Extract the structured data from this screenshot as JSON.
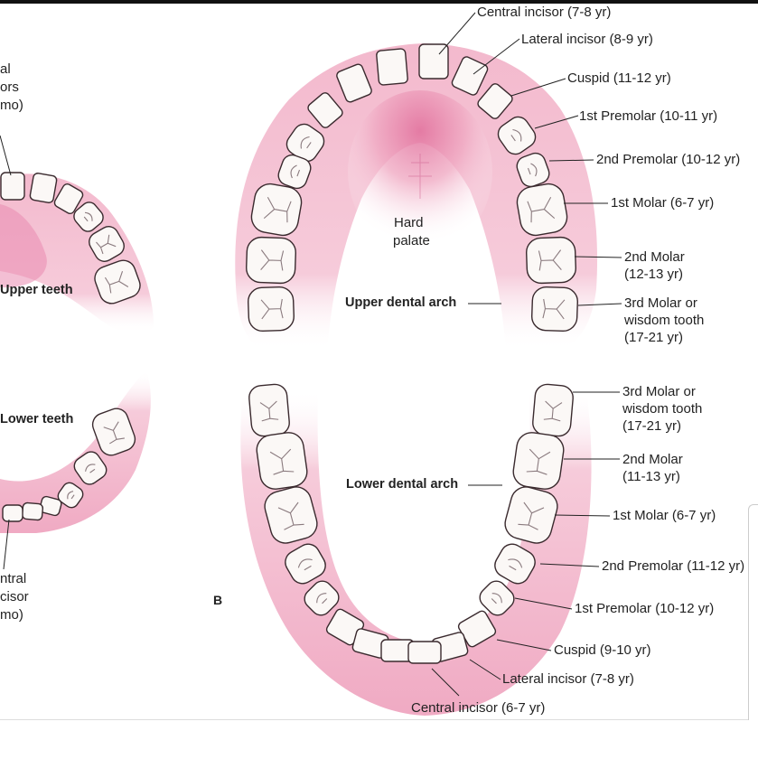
{
  "left_panel": {
    "upper_label_fragment": [
      "al",
      "ors",
      "mo)"
    ],
    "upper_teeth": "Upper teeth",
    "lower_teeth": "Lower teeth",
    "lower_label_fragment": [
      "ntral",
      "cisor",
      "mo)"
    ]
  },
  "panel_letter": "B",
  "upper_arch": {
    "hard_palate": [
      "Hard",
      "palate"
    ],
    "arch_label": "Upper dental arch",
    "teeth": [
      {
        "label": [
          "Central incisor (7-8 yr)"
        ]
      },
      {
        "label": [
          "Lateral incisor (8-9 yr)"
        ]
      },
      {
        "label": [
          "Cuspid (11-12 yr)"
        ]
      },
      {
        "label": [
          "1st Premolar (10-11 yr)"
        ]
      },
      {
        "label": [
          "2nd Premolar (10-12 yr)"
        ]
      },
      {
        "label": [
          "1st Molar (6-7 yr)"
        ]
      },
      {
        "label": [
          "2nd Molar",
          "(12-13 yr)"
        ]
      },
      {
        "label": [
          "3rd Molar or",
          "wisdom tooth",
          "(17-21 yr)"
        ]
      }
    ]
  },
  "lower_arch": {
    "arch_label": "Lower dental arch",
    "teeth": [
      {
        "label": [
          "3rd Molar or",
          "wisdom tooth",
          "(17-21 yr)"
        ]
      },
      {
        "label": [
          "2nd Molar",
          "(11-13 yr)"
        ]
      },
      {
        "label": [
          "1st Molar (6-7 yr)"
        ]
      },
      {
        "label": [
          "2nd Premolar (11-12 yr)"
        ]
      },
      {
        "label": [
          "1st Premolar (10-12 yr)"
        ]
      },
      {
        "label": [
          "Cuspid (9-10 yr)"
        ]
      },
      {
        "label": [
          "Lateral incisor (7-8 yr)"
        ]
      },
      {
        "label": [
          "Central incisor (6-7 yr)"
        ]
      }
    ]
  },
  "colors": {
    "gum": "#f2b8cc",
    "gum_dark": "#e27ea3",
    "tooth": "#fbf8f6",
    "tooth_outline": "#3a2a2e",
    "line": "#222222"
  }
}
